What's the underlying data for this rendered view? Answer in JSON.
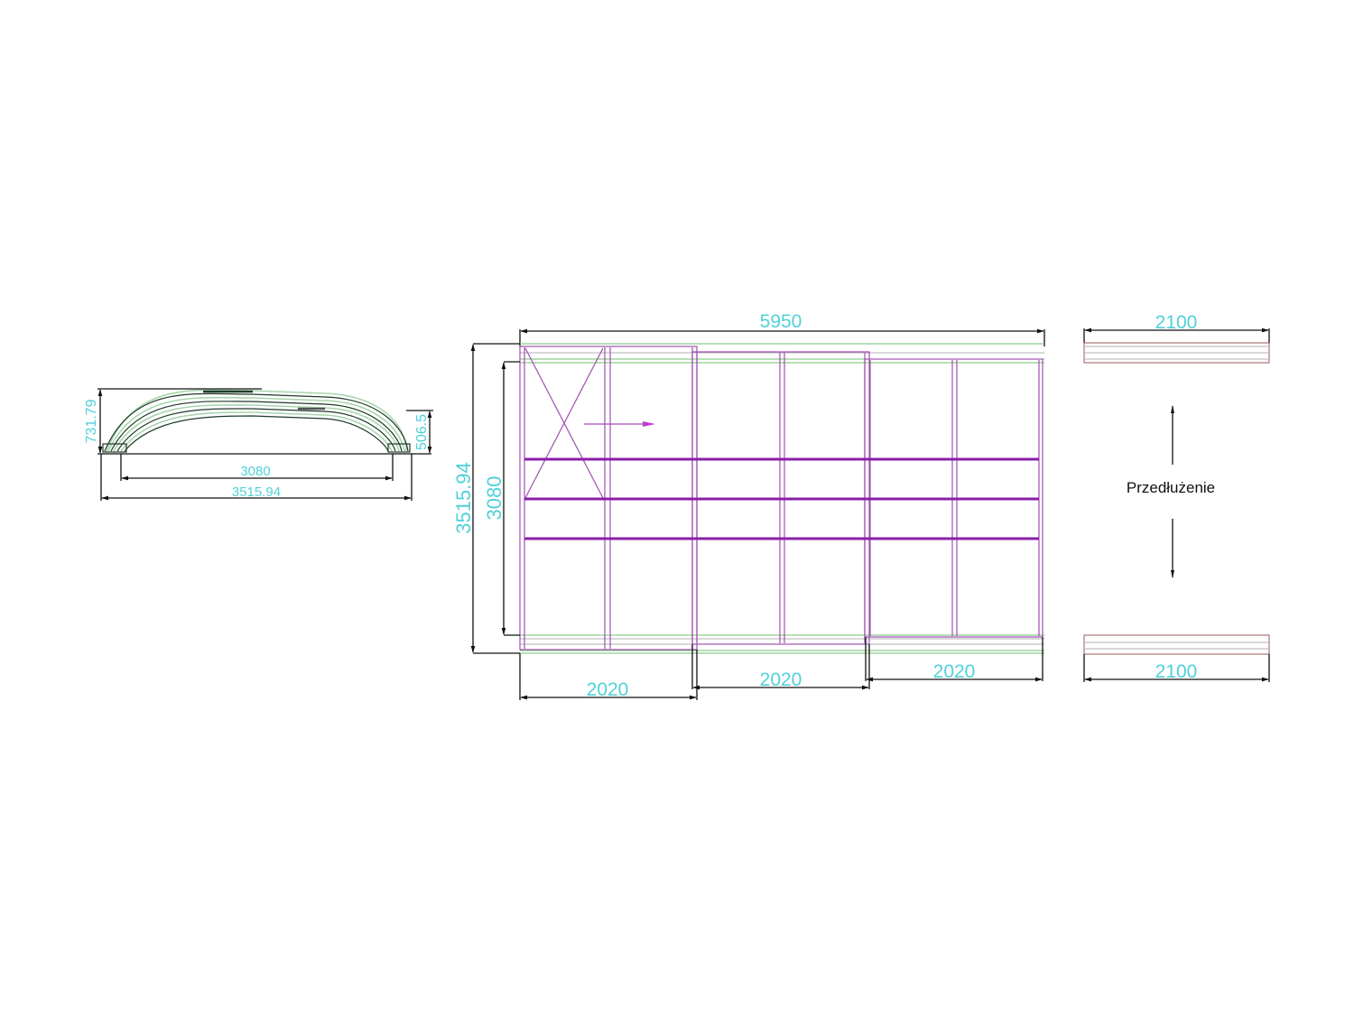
{
  "drawing": {
    "colors": {
      "dimension_text": "#4fd1d9",
      "frame": "#a04fb0",
      "frame_bold": "#8a1fa8",
      "rail": "#6fbf6f",
      "extension_outline": "#9a5a5a"
    },
    "side_view": {
      "height_total": "731.79",
      "height_side": "506.5",
      "inner_width": "3080",
      "outer_width": "3515.94"
    },
    "plan_view": {
      "total_length": "5950",
      "outer_width": "3515.94",
      "inner_width": "3080",
      "segments": [
        {
          "length": "2020"
        },
        {
          "length": "2020"
        },
        {
          "length": "2020"
        }
      ],
      "bays_per_segment": 2,
      "cross_rails": 3,
      "direction_arrow": "arrow-right"
    },
    "extension_view": {
      "label": "Przedłużenie",
      "top_width": "2100",
      "bottom_width": "2100"
    }
  }
}
